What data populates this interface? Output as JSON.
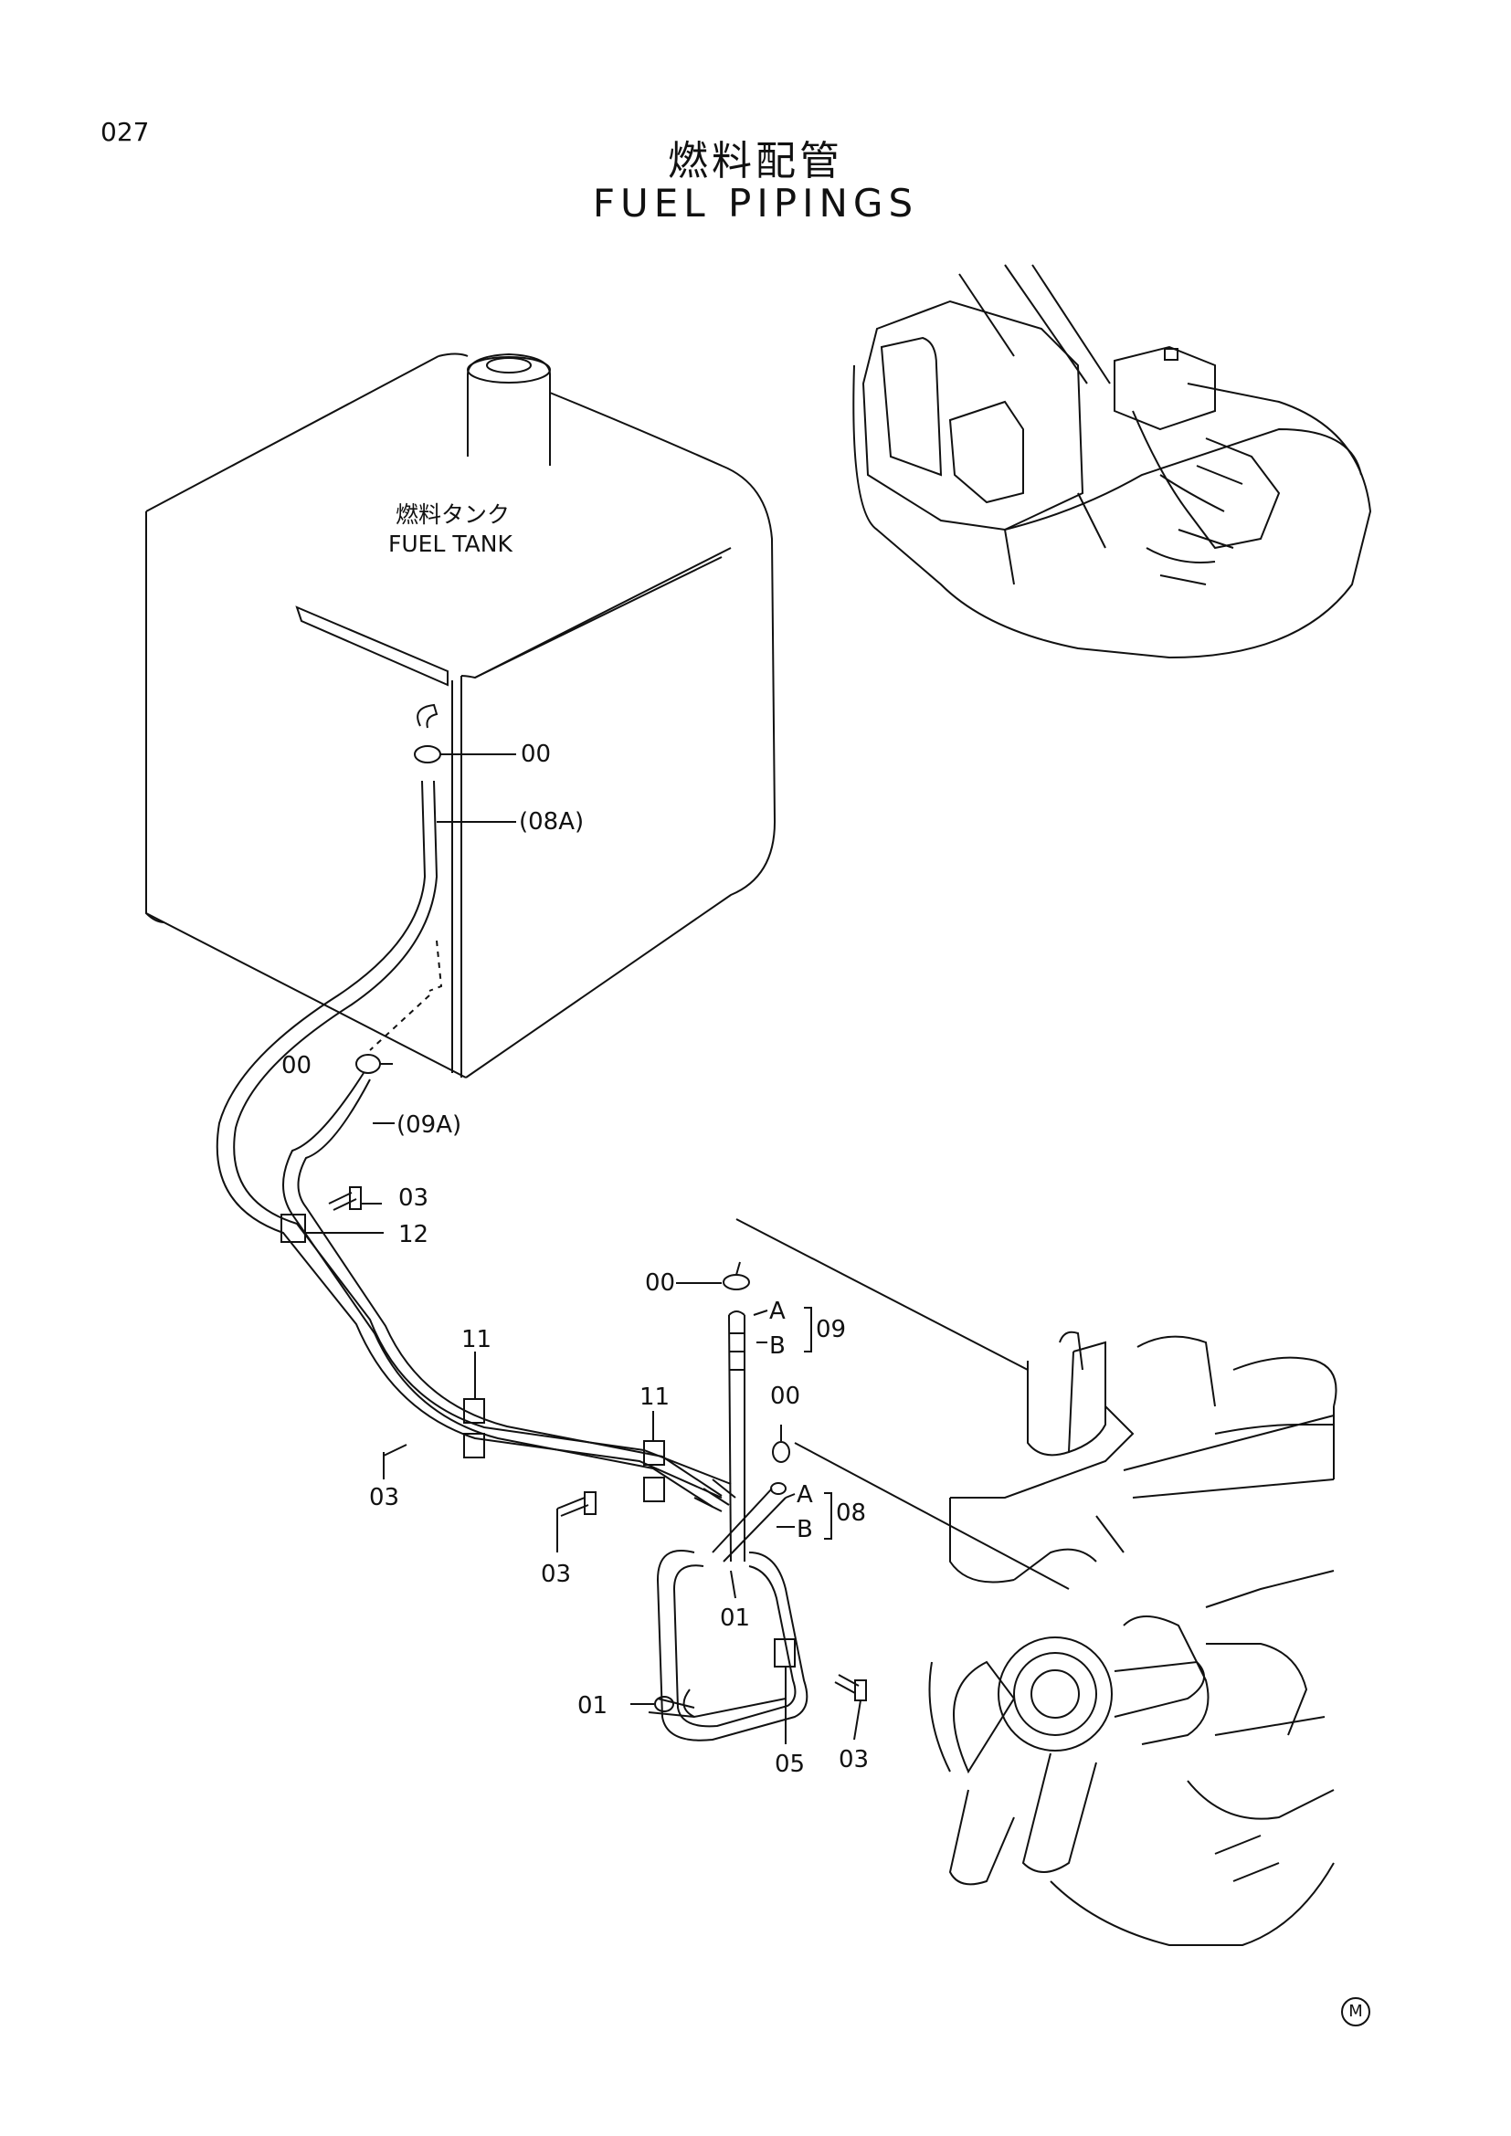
{
  "header": {
    "page_number": "027",
    "title_jp": "燃料配管",
    "title_en": "FUEL PIPINGS"
  },
  "components": {
    "tank_label_jp": "燃料タンク",
    "tank_label_en": "FUEL TANK"
  },
  "part_labels": {
    "p00_top": "00",
    "p08A": "(08A)",
    "p00_mid": "00",
    "p09A": "(09A)",
    "p03_clip": "03",
    "p12": "12",
    "p11_left": "11",
    "p11_right": "11",
    "p03_left": "03",
    "p03_mid": "03",
    "p00_filter": "00",
    "p09_A": "A",
    "p09_B": "B",
    "p09": "09",
    "p00_pump": "00",
    "p08_A": "A",
    "p08_B": "B",
    "p08": "08",
    "p01_upper": "01",
    "p01_lower": "01",
    "p05": "05",
    "p03_right": "03"
  },
  "footer": {
    "maker_mark": "M"
  }
}
